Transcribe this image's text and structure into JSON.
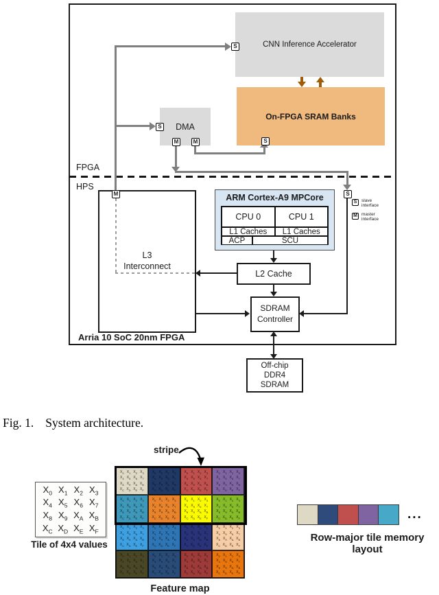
{
  "accents": {
    "line_gray": "#7f7f7f",
    "box_gray": "#dbdbdb",
    "sram_orange": "#f0b97d",
    "arm_blue": "#d8e6f4",
    "arrow_brown": "#9e5c08"
  },
  "figure1": {
    "region_labels": {
      "fpga": "FPGA",
      "hps": "HPS"
    },
    "blocks": {
      "cnn": "CNN Inference Accelerator",
      "sram": "On-FPGA SRAM Banks",
      "dma": "DMA",
      "arm_title": "ARM Cortex-A9 MPCore",
      "cpu0": "CPU 0",
      "cpu1": "CPU 1",
      "l1_left": "L1 Caches",
      "l1_right": "L1 Caches",
      "acp": "ACP",
      "scu": "SCU",
      "l3_line1": "L3",
      "l3_line2": "Interconnect",
      "l2": "L2 Cache",
      "sdram_line1": "SDRAM",
      "sdram_line2": "Controller",
      "offchip_line1": "Off-chip",
      "offchip_line2": "DDR4",
      "offchip_line3": "SDRAM",
      "board": "Arria 10 SoC 20nm FPGA"
    },
    "markers": {
      "s": "S",
      "m": "M"
    },
    "legend": {
      "slave": "slave interface",
      "master": "master interface"
    }
  },
  "caption": {
    "prefix": "Fig. 1.",
    "text": "System architecture."
  },
  "figure2": {
    "stripe_label": "stripe",
    "tile_symbol": "X",
    "tile_subscripts": [
      "0",
      "1",
      "2",
      "3",
      "4",
      "5",
      "6",
      "7",
      "8",
      "9",
      "A",
      "B",
      "C",
      "D",
      "E",
      "F"
    ],
    "tile_box_label": "Tile of 4x4 values",
    "feature_map_label": "Feature map",
    "feature_map_tile_colors": [
      "#ded9c4",
      "#1f3864",
      "#c0504d",
      "#8064a2",
      "#3e98ba",
      "#e8832c",
      "#fbfb00",
      "#86bc29",
      "#3fa0e1",
      "#2e75b6",
      "#28337a",
      "#f6cda4",
      "#4a4726",
      "#284b78",
      "#9e3b38",
      "#e8760c"
    ],
    "memory_colors": [
      "#ded9c4",
      "#2e4b7c",
      "#c0504d",
      "#8064a2",
      "#47a8c8"
    ],
    "memory_ellipsis": "...",
    "memory_label": "Row-major tile memory layout"
  }
}
